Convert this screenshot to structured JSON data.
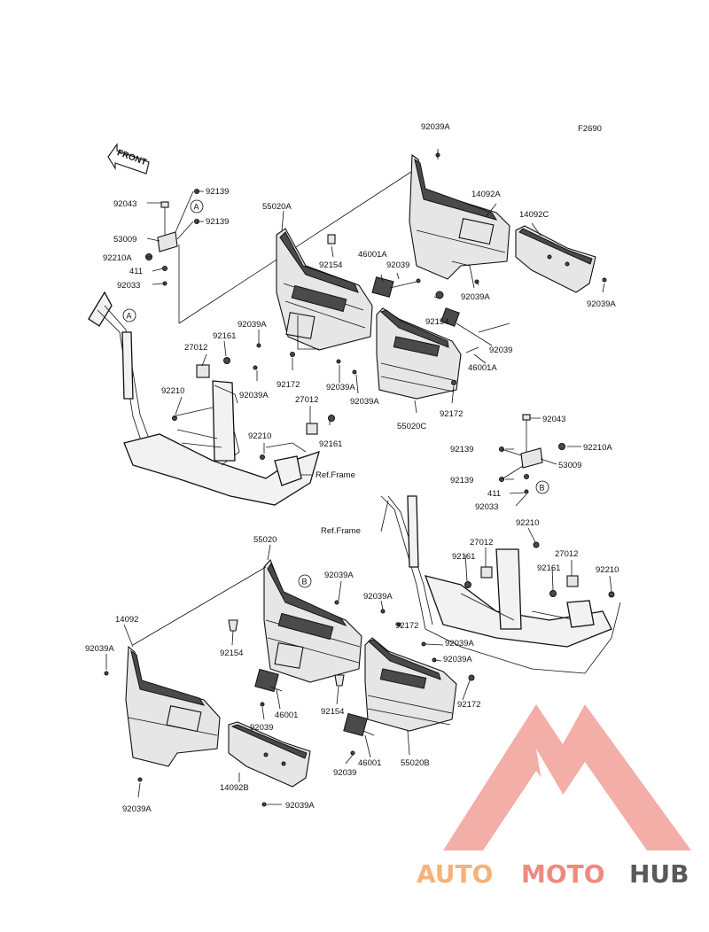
{
  "figure": {
    "code": "F2690",
    "front_label": "FRONT",
    "refs": [
      "A",
      "B"
    ],
    "ref_frame_label": "Ref.Frame"
  },
  "callouts": [
    {
      "id": "c01",
      "text": "92039A"
    },
    {
      "id": "c02",
      "text": "F2690"
    },
    {
      "id": "c03",
      "text": "92139"
    },
    {
      "id": "c04",
      "text": "92043"
    },
    {
      "id": "c05",
      "text": "92139"
    },
    {
      "id": "c06",
      "text": "53009"
    },
    {
      "id": "c07",
      "text": "92210A"
    },
    {
      "id": "c08",
      "text": "411"
    },
    {
      "id": "c09",
      "text": "92033"
    },
    {
      "id": "c10",
      "text": "55020A"
    },
    {
      "id": "c11",
      "text": "14092A"
    },
    {
      "id": "c12",
      "text": "14092C"
    },
    {
      "id": "c13",
      "text": "92154"
    },
    {
      "id": "c14",
      "text": "46001A"
    },
    {
      "id": "c15",
      "text": "92039"
    },
    {
      "id": "c16",
      "text": "92039A"
    },
    {
      "id": "c17",
      "text": "92039A"
    },
    {
      "id": "c18",
      "text": "92154"
    },
    {
      "id": "c19",
      "text": "92039A"
    },
    {
      "id": "c20",
      "text": "92161"
    },
    {
      "id": "c21",
      "text": "27012"
    },
    {
      "id": "c22",
      "text": "92039"
    },
    {
      "id": "c23",
      "text": "46001A"
    },
    {
      "id": "c24",
      "text": "92039A"
    },
    {
      "id": "c25",
      "text": "92172"
    },
    {
      "id": "c26",
      "text": "92039A"
    },
    {
      "id": "c27",
      "text": "92039A"
    },
    {
      "id": "c28",
      "text": "92210"
    },
    {
      "id": "c29",
      "text": "27012"
    },
    {
      "id": "c30",
      "text": "92172"
    },
    {
      "id": "c31",
      "text": "55020C"
    },
    {
      "id": "c32",
      "text": "92043"
    },
    {
      "id": "c33",
      "text": "92210"
    },
    {
      "id": "c34",
      "text": "92161"
    },
    {
      "id": "c35",
      "text": "92139"
    },
    {
      "id": "c36",
      "text": "92210A"
    },
    {
      "id": "c37",
      "text": "53009"
    },
    {
      "id": "c38",
      "text": "92139"
    },
    {
      "id": "c39",
      "text": "411"
    },
    {
      "id": "c40",
      "text": "92033"
    },
    {
      "id": "c41",
      "text": "92210"
    },
    {
      "id": "c42",
      "text": "27012"
    },
    {
      "id": "c43",
      "text": "92161"
    },
    {
      "id": "c44",
      "text": "27012"
    },
    {
      "id": "c45",
      "text": "92161"
    },
    {
      "id": "c46",
      "text": "92210"
    },
    {
      "id": "c47",
      "text": "55020"
    },
    {
      "id": "c48",
      "text": "92039A"
    },
    {
      "id": "c49",
      "text": "92039A"
    },
    {
      "id": "c50",
      "text": "14092"
    },
    {
      "id": "c51",
      "text": "92172"
    },
    {
      "id": "c52",
      "text": "92039A"
    },
    {
      "id": "c53",
      "text": "92039A"
    },
    {
      "id": "c54",
      "text": "92154"
    },
    {
      "id": "c55",
      "text": "92039A"
    },
    {
      "id": "c56",
      "text": "92154"
    },
    {
      "id": "c57",
      "text": "92172"
    },
    {
      "id": "c58",
      "text": "46001"
    },
    {
      "id": "c59",
      "text": "92039"
    },
    {
      "id": "c60",
      "text": "14092B"
    },
    {
      "id": "c61",
      "text": "46001"
    },
    {
      "id": "c62",
      "text": "55020B"
    },
    {
      "id": "c63",
      "text": "92039"
    },
    {
      "id": "c64",
      "text": "92039A"
    },
    {
      "id": "c65",
      "text": "92039A"
    }
  ],
  "watermark": {
    "part1": "AUTO",
    "part2": "MOTO",
    "part3": "HUB",
    "color_auto": "#f5b27a",
    "color_moto": "#f08a80",
    "color_hub": "#5a5a5a",
    "logo_color": "#f2a09a"
  }
}
